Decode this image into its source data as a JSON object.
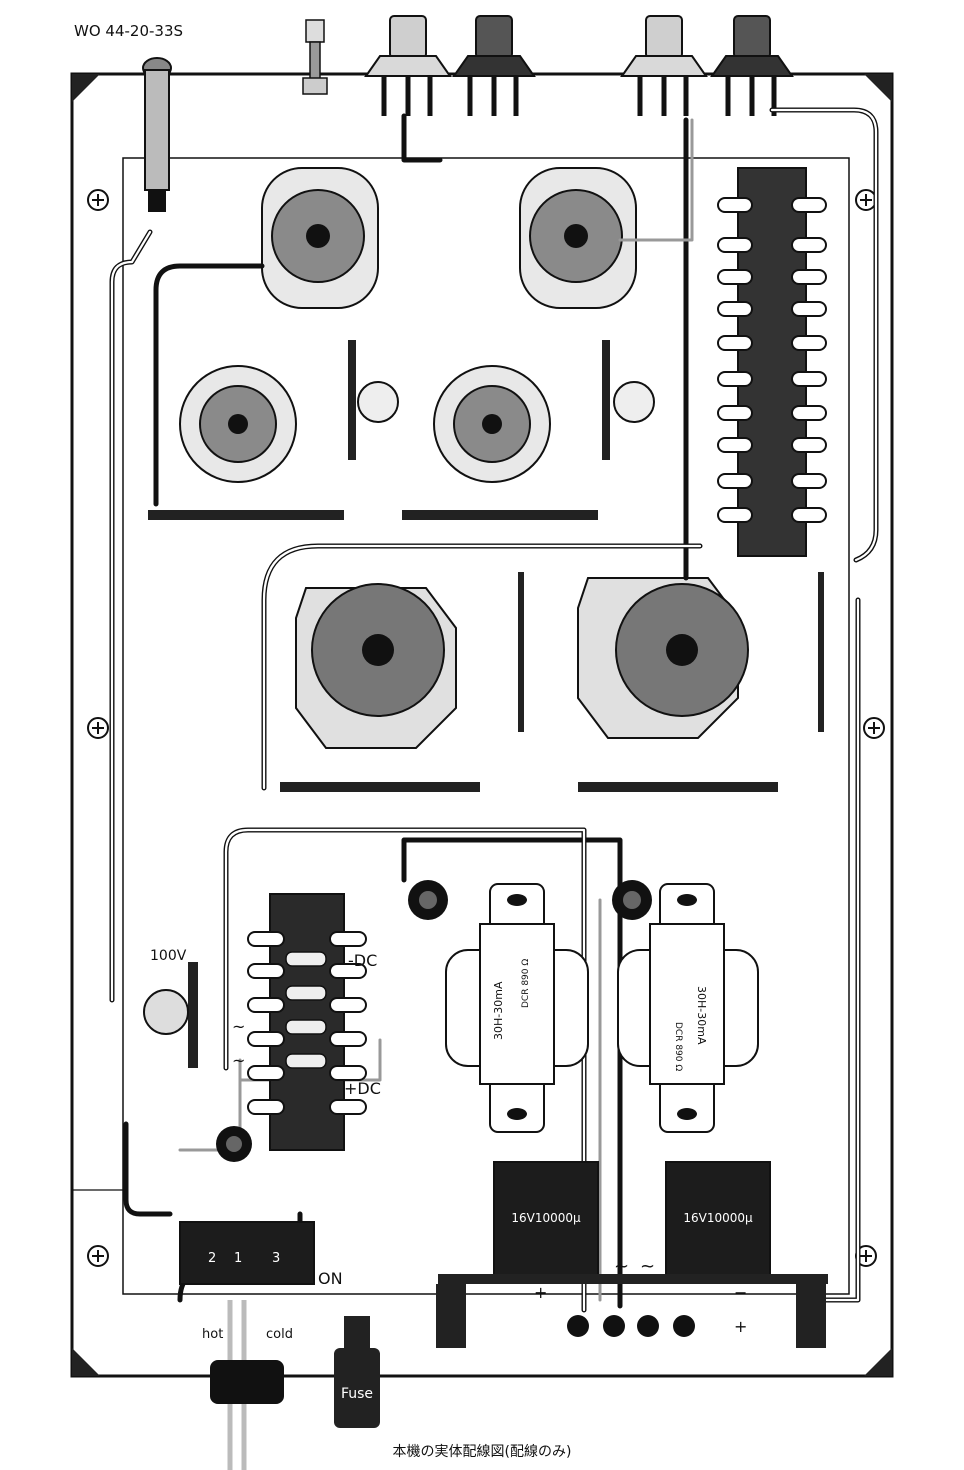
{
  "header": {
    "model": "WO  44-20-33S"
  },
  "power_transformer": {
    "tap_label": "100V"
  },
  "rectifier": {
    "minus_dc": "-DC",
    "plus_dc": "+DC",
    "ac1": "~",
    "ac2": "~"
  },
  "chokes": [
    {
      "rating": "30H-30mA",
      "dcr": "DCR 890 Ω"
    },
    {
      "rating": "30H-30mA",
      "dcr": "DCR 890 Ω"
    }
  ],
  "capacitors": [
    {
      "label": "16V10000μ"
    },
    {
      "label": "16V10000μ"
    }
  ],
  "cap_board": {
    "plus1": "+",
    "tilde1": "~",
    "tilde2": "~",
    "minus": "−",
    "plus2": "+"
  },
  "switch": {
    "pin2": "2",
    "pin1": "1",
    "pin3": "3",
    "state": "ON"
  },
  "ac_input": {
    "hot": "hot",
    "cold": "cold"
  },
  "fuse": {
    "label": "Fuse"
  },
  "caption": "本機の実体配線図(配線のみ)",
  "colors": {
    "chassis": "#ffffff",
    "wire_dark": "#111111",
    "wire_light": "#c9c9c9",
    "part_dark": "#1a1a1a",
    "part_gray": "#6e6e6e"
  }
}
